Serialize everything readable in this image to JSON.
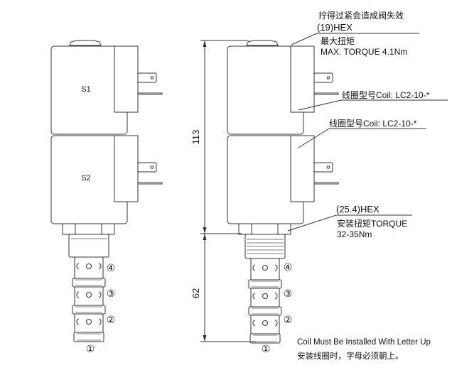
{
  "labels": {
    "coil_top": "S1",
    "coil_bottom": "S2",
    "dim_total": "113",
    "dim_cartridge": "62",
    "port_1": "①",
    "port_2": "②",
    "port_3": "③",
    "port_4": "④"
  },
  "annotations": {
    "overtighten_warning": "拧得过紧会造成阀失效",
    "top_hex": "(19)HEX",
    "max_torque_cn": "最大扭矩",
    "max_torque": "MAX. TORQUE 4.1Nm",
    "coil_1": "线圈型号Coil: LC2-10-*",
    "coil_2": "线圈型号Coil: LC2-10-*",
    "bottom_hex": "(25.4)HEX",
    "install_torque": "安装扭矩TORQUE",
    "install_torque_value": "32-35Nm",
    "note_en": "Coil Must Be Installed With Letter Up",
    "note_cn": "安装线圈时，字母必须朝上。"
  }
}
